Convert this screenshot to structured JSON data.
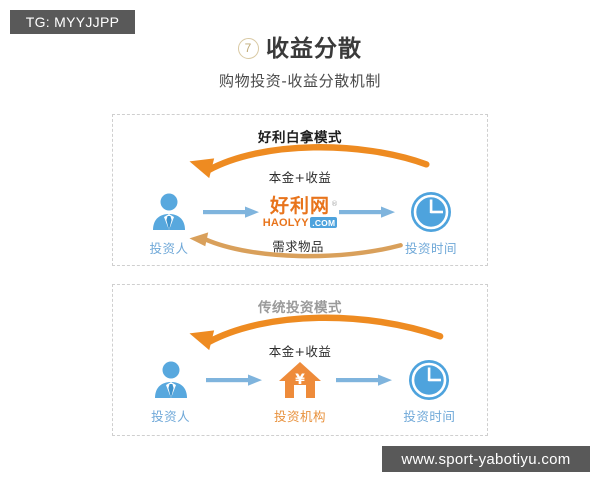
{
  "watermarks": {
    "top_left": "TG: MYYJJPP",
    "bottom_right": "www.sport-yabotiyu.com"
  },
  "title": {
    "number": "7",
    "main": "收益分散",
    "sub": "购物投资-收益分散机制"
  },
  "colors": {
    "blue_node": "#4ea3dd",
    "blue_label": "#6fa8d8",
    "blue_arrow": "#7fb4dd",
    "orange_curve": "#ee8b21",
    "tan_curve": "#d9a05b",
    "orange_icon": "#ee8b3a",
    "logo_orange": "#e8741c",
    "dashed_border": "#cfcfcf",
    "watermark_bg": "#595959"
  },
  "panels": [
    {
      "id": "haolyy-mode",
      "title": "好利白拿模式",
      "title_style": "bold-black",
      "curves": [
        {
          "name": "return-flow",
          "label": "本金+收益",
          "direction": "right-to-left",
          "color": "#ee8b21"
        },
        {
          "name": "goods-flow",
          "label": "需求物品",
          "direction": "right-to-left",
          "color": "#d9a05b"
        }
      ],
      "nodes": [
        {
          "name": "investor",
          "label": "投资人",
          "icon": "person-icon",
          "color": "#4ea3dd"
        },
        {
          "name": "haolyy-platform",
          "label": "",
          "icon": "haolyy-logo",
          "logo_cn": "好利网",
          "logo_mark": "®",
          "logo_latin": "HAOLYY",
          "logo_tld": ".COM"
        },
        {
          "name": "investment-time",
          "label": "投资时间",
          "icon": "clock-icon",
          "color": "#4ea3dd"
        }
      ],
      "connectors": [
        "arrow-right",
        "arrow-right"
      ]
    },
    {
      "id": "traditional-mode",
      "title": "传统投资模式",
      "title_style": "bold-gray",
      "curves": [
        {
          "name": "return-flow",
          "label": "本金+收益",
          "direction": "right-to-left",
          "color": "#ee8b21"
        }
      ],
      "nodes": [
        {
          "name": "investor",
          "label": "投资人",
          "icon": "person-icon",
          "color": "#4ea3dd"
        },
        {
          "name": "investment-institution",
          "label": "投资机构",
          "icon": "house-yuan-icon",
          "color": "#ee8b3a"
        },
        {
          "name": "investment-time",
          "label": "投资时间",
          "icon": "clock-icon",
          "color": "#4ea3dd"
        }
      ],
      "connectors": [
        "arrow-right",
        "arrow-right"
      ]
    }
  ]
}
